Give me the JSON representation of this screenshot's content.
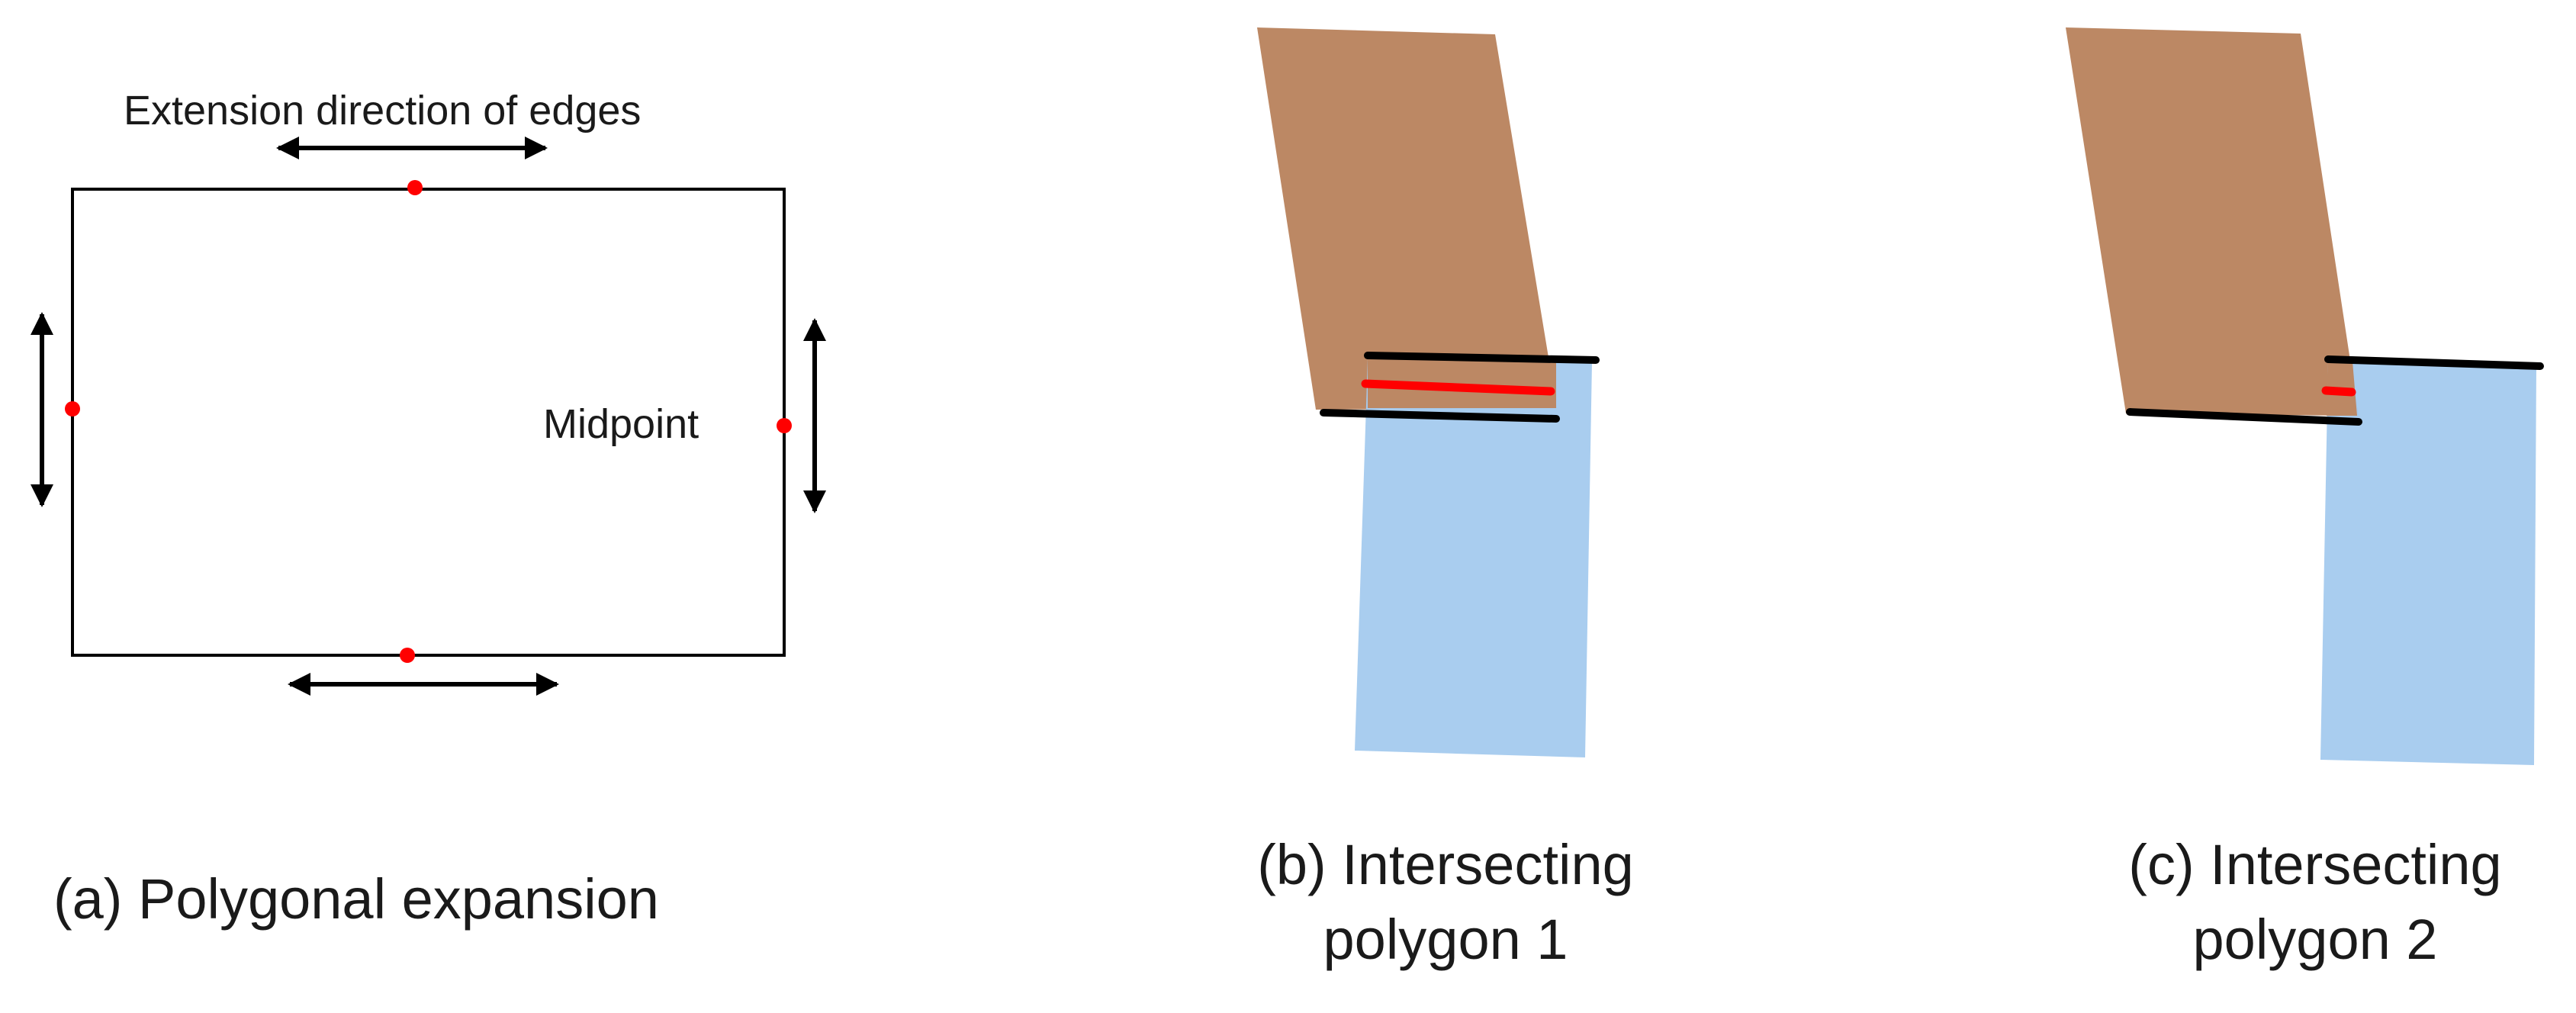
{
  "annotations": {
    "extension_direction": "Extension direction of edges",
    "midpoint": "Midpoint"
  },
  "captions": {
    "a": "(a) Polygonal expansion",
    "b_line1": "(b) Intersecting",
    "b_line2": "polygon 1",
    "c_line1": "(c) Intersecting",
    "c_line2": "polygon 2"
  },
  "colors": {
    "outline": "#000000",
    "midpoint": "#ff0000",
    "polygon_brown": "#bc8864",
    "polygon_blue": "#a5cbee",
    "edge_black": "#000000",
    "overlap_red": "#ff0000"
  }
}
